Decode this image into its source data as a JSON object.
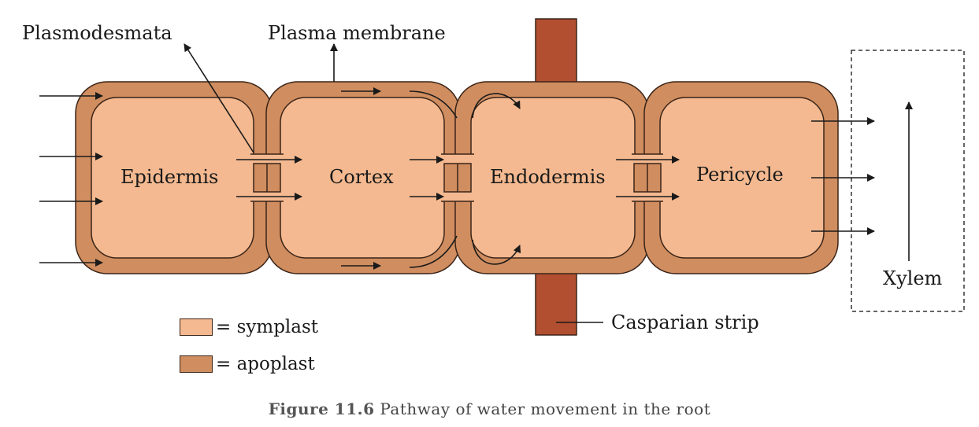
{
  "labels": {
    "plasmodesmata": "Plasmodesmata",
    "plasma_membrane": "Plasma membrane",
    "casparian_strip": "Casparian strip",
    "xylem": "Xylem"
  },
  "cells": [
    {
      "name": "Epidermis"
    },
    {
      "name": "Cortex"
    },
    {
      "name": "Endodermis"
    },
    {
      "name": "Pericycle"
    }
  ],
  "legend": [
    {
      "label": "= symplast",
      "color": "#f4b990"
    },
    {
      "label": "= apoplast",
      "color": "#d08d5f"
    }
  ],
  "caption": {
    "figure": "Figure 11.6",
    "text": "Pathway of water movement in the root"
  },
  "colors": {
    "symplast": "#f4b990",
    "apoplast": "#d08d5f",
    "outline": "#3a2418",
    "casparian": "#b14f30",
    "arrow": "#1a1a1a"
  }
}
